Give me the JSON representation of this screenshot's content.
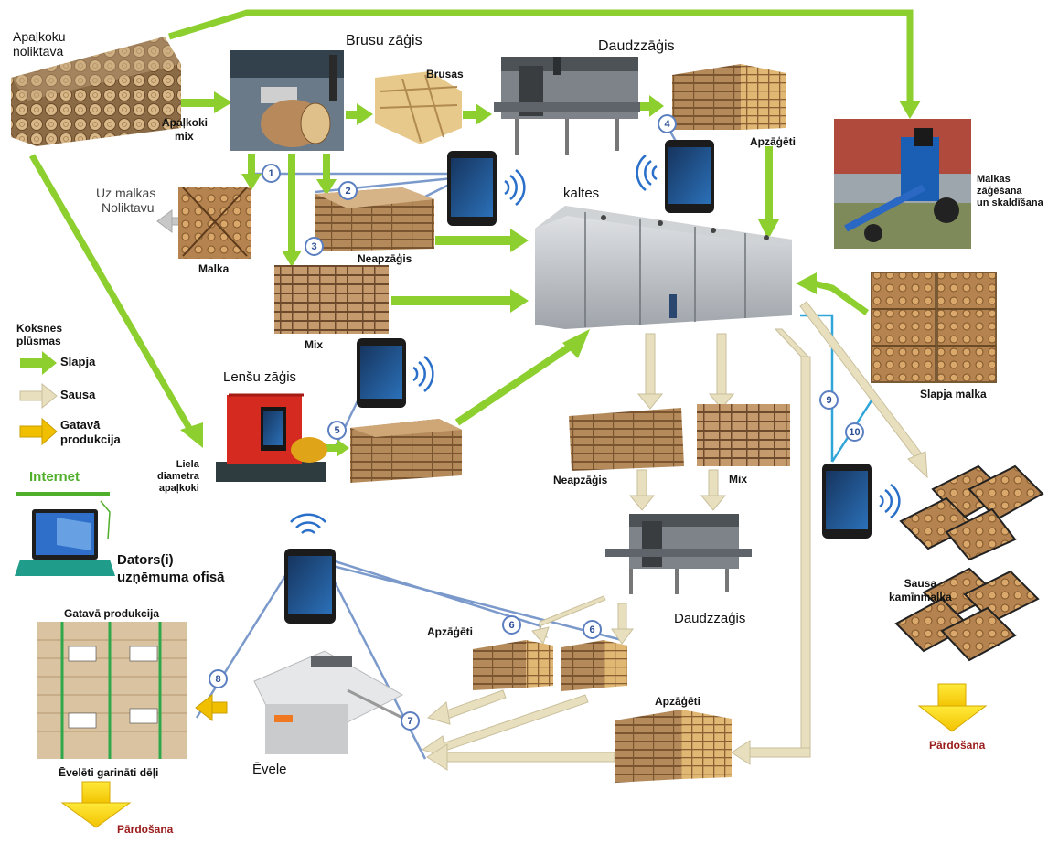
{
  "colors": {
    "wet_flow": "#8ccf2e",
    "dry_flow": "#e8dfbf",
    "finished_flow": "#f0c000",
    "data_link": "#7b9acb",
    "tablet_link": "#2fa5d8",
    "sale_label": "#9a1b1b",
    "internet_label": "#4fae2a"
  },
  "labels": {
    "log_yard": [
      "Apaļkoku",
      "noliktava"
    ],
    "log_sawmill": "Brusu zāģis",
    "logs_mix": [
      "Apaļkoki",
      "mix"
    ],
    "beams": "Brusas",
    "multisaw_top": "Daudzzāģis",
    "trimmed_top": "Apzāģēti",
    "firewood_machine": [
      "Malkas",
      "zāģēšana",
      "un skaldīšana"
    ],
    "to_firewood_storage": [
      "Uz malkas",
      "Noliktavu"
    ],
    "firewood": "Malka",
    "unedged": "Neapzāģis",
    "kilns": "kaltes",
    "mix": "Mix",
    "band_saw": "Lenšu zāģis",
    "large_logs": [
      "Liela",
      "diametra",
      "apaļkoki"
    ],
    "wet_firewood": "Slapja malka",
    "unedged_dry": "Neapzāģis",
    "mix_dry": "Mix",
    "multisaw_bottom": "Daudzzāģis",
    "trimmed_mid": "Apzāģēti",
    "trimmed_bottom": "Apzāģēti",
    "planer": "Ēvele",
    "finished_products": "Gatavā produkcija",
    "planed_boards": "Ēvelēti garināti dēļi",
    "dry_firewood": [
      "Sausa",
      "kamīnmalka"
    ],
    "sale_left": "Pārdošana",
    "sale_right": "Pārdošana",
    "internet": "Internet",
    "office": [
      "Dators(i)",
      "uzņēmuma ofisā"
    ]
  },
  "legend": {
    "title": [
      "Koksnes",
      "plūsmas"
    ],
    "items": [
      {
        "label": "Slapja",
        "color": "#8ccf2e"
      },
      {
        "label": "Sausa",
        "color": "#e8dfbf"
      },
      {
        "label": "Gatavā",
        "label2": "produkcija",
        "color": "#f0c000"
      }
    ]
  },
  "markers": [
    "1",
    "2",
    "3",
    "4",
    "5",
    "6",
    "6",
    "7",
    "8",
    "9",
    "10"
  ]
}
